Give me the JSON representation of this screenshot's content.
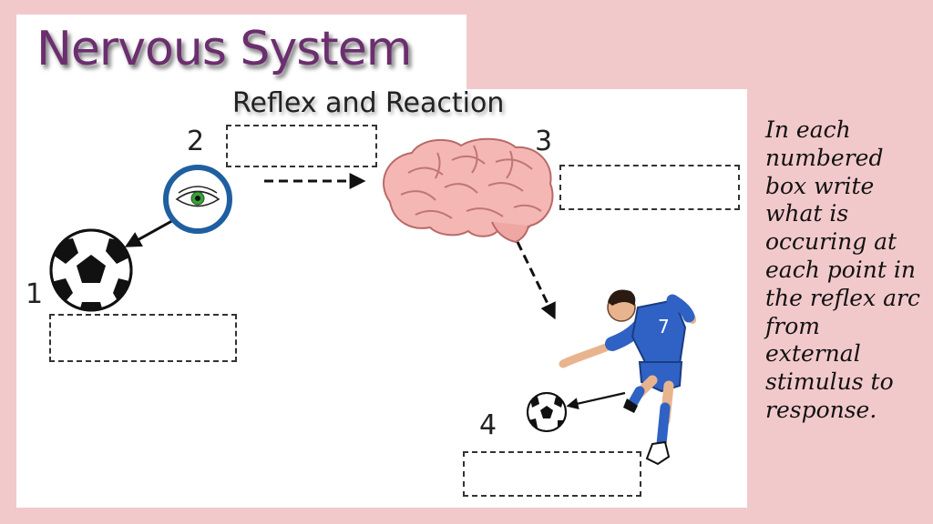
{
  "header": {
    "title": "Nervous System"
  },
  "diagram": {
    "subtitle": "Reflex and Reaction",
    "steps": [
      {
        "number": "1",
        "icon": "soccer-ball-icon"
      },
      {
        "number": "2",
        "icon": "eye-icon"
      },
      {
        "number": "3",
        "icon": "brain-icon"
      },
      {
        "number": "4",
        "icon": "soccer-player-icon"
      }
    ]
  },
  "instructions": "In each numbered box write what is occuring at each point in the reflex arc from external stimulus to response.",
  "colors": {
    "background": "#f2c9cb",
    "title": "#6b2e6e",
    "eye_ring": "#1f5fa0",
    "brain": "#f4b7b4",
    "jersey": "#2f62c4"
  }
}
